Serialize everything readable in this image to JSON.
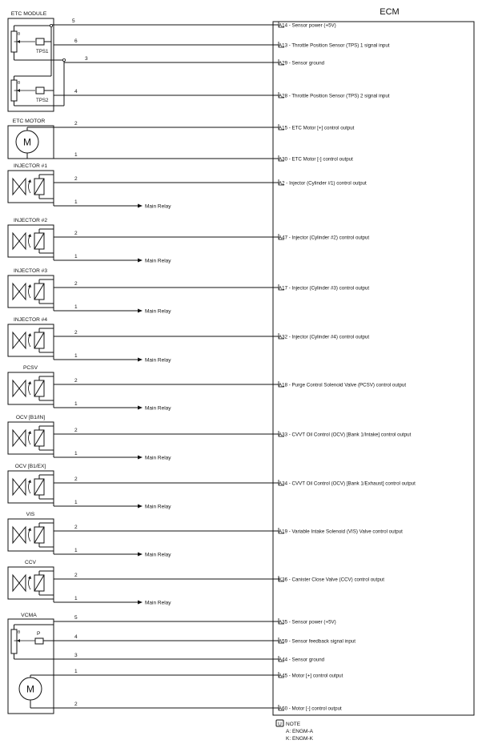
{
  "ecm_title": "ECM",
  "etc_module": {
    "title": "ETC MODULE",
    "tps1_label": "TPS1",
    "tps2_label": "TPS2",
    "motor_title": "ETC MOTOR",
    "motor_symbol": "M"
  },
  "etc_wires": [
    {
      "pin_no": "5",
      "terminal": "A14 - Sensor power (+5V)"
    },
    {
      "pin_no": "6",
      "terminal": "A13 - Throttle Position Sensor (TPS) 1 signal input"
    },
    {
      "pin_no": "3",
      "terminal": "A29 - Sensor ground"
    },
    {
      "pin_no": "4",
      "terminal": "A28 - Throttle Position Sensor (TPS) 2 signal input"
    },
    {
      "pin_no": "2",
      "terminal": "A15 - ETC Motor [+] control output"
    },
    {
      "pin_no": "1",
      "terminal": "A30 - ETC Motor [-] control output"
    }
  ],
  "main_relay_label": "Main Relay",
  "actuators": [
    {
      "title": "INJECTOR #1",
      "pin_top": "2",
      "pin_bottom": "1",
      "terminal": "A2 - Injector (Cylinder #1) control output"
    },
    {
      "title": "INJECTOR #2",
      "pin_top": "2",
      "pin_bottom": "1",
      "terminal": "A47 - Injector (Cylinder #2) control output"
    },
    {
      "title": "INJECTOR #3",
      "pin_top": "2",
      "pin_bottom": "1",
      "terminal": "A17 - Injector (Cylinder #3) control output"
    },
    {
      "title": "INJECTOR #4",
      "pin_top": "2",
      "pin_bottom": "1",
      "terminal": "A32 - Injector (Cylinder #4) control output"
    },
    {
      "title": "PCSV",
      "pin_top": "2",
      "pin_bottom": "1",
      "terminal": "A18 - Purge Control Solenoid Valve (PCSV) control output"
    },
    {
      "title": "OCV [B1/IN]",
      "pin_top": "2",
      "pin_bottom": "1",
      "terminal": "A33 - CVVT Oil Control (OCV) [Bank 1/Intake] control output"
    },
    {
      "title": "OCV [B1/EX]",
      "pin_top": "2",
      "pin_bottom": "1",
      "terminal": "A34 - CVVT Oil Control (OCV) [Bank 1/Exhaust] control output"
    },
    {
      "title": "VIS",
      "pin_top": "2",
      "pin_bottom": "1",
      "terminal": "A19 - Variable Intake Solenoid (VIS) Valve control output"
    },
    {
      "title": "CCV",
      "pin_top": "2",
      "pin_bottom": "1",
      "terminal": "K36 - Canister Close Valve (CCV) control output"
    }
  ],
  "vcma": {
    "title": "VCMA",
    "sensor_label": "P",
    "motor_symbol": "M"
  },
  "vcma_wires": [
    {
      "pin_no": "5",
      "terminal": "A35 - Sensor power (+5V)"
    },
    {
      "pin_no": "4",
      "terminal": "A59 - Sensor feedback signal input"
    },
    {
      "pin_no": "3",
      "terminal": "A44 - Sensor ground"
    },
    {
      "pin_no": "1",
      "terminal": "A45 - Motor [+] control output"
    },
    {
      "pin_no": "2",
      "terminal": "A60 - Motor [-] control output"
    }
  ],
  "note": {
    "icon_letter": "U",
    "title": "NOTE",
    "lines": [
      "A: ENGM-A",
      "K: ENGM-K"
    ]
  }
}
